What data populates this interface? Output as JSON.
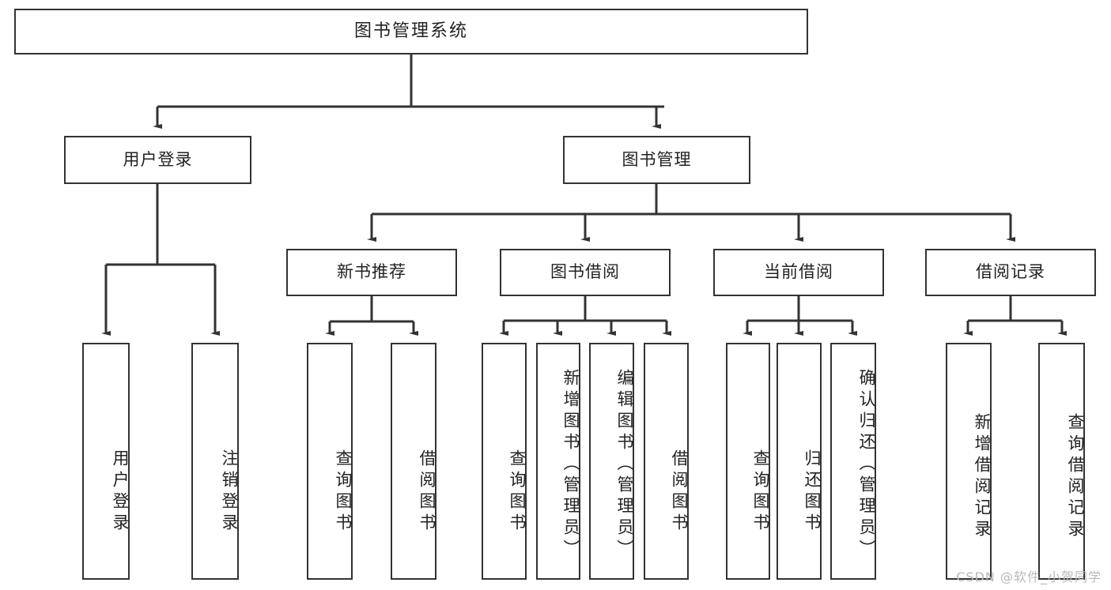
{
  "diagram": {
    "title": "图书管理系统",
    "type": "tree-hierarchy",
    "colors": {
      "box_border": "#333333",
      "box_fill": "#ffffff",
      "connector": "#333333",
      "text": "#222222",
      "watermark": "#b8b8b8",
      "background": "#ffffff"
    },
    "root": {
      "label": "图书管理系统"
    },
    "level2": [
      {
        "id": "user-login",
        "label": "用户登录"
      },
      {
        "id": "book-manage",
        "label": "图书管理"
      }
    ],
    "level3": [
      {
        "id": "new-book-rec",
        "label": "新书推荐",
        "parent": "book-manage"
      },
      {
        "id": "book-borrow",
        "label": "图书借阅",
        "parent": "book-manage"
      },
      {
        "id": "current-borrow",
        "label": "当前借阅",
        "parent": "book-manage"
      },
      {
        "id": "borrow-record",
        "label": "借阅记录",
        "parent": "book-manage"
      }
    ],
    "leaves": {
      "user-login": [
        {
          "id": "leaf-user-login",
          "label": "用户登录"
        },
        {
          "id": "leaf-logout",
          "label": "注销登录"
        }
      ],
      "new-book-rec": [
        {
          "id": "leaf-query-book-1",
          "label": "查询图书"
        },
        {
          "id": "leaf-borrow-book-1",
          "label": "借阅图书"
        }
      ],
      "book-borrow": [
        {
          "id": "leaf-query-book-2",
          "label": "查询图书"
        },
        {
          "id": "leaf-add-book",
          "label": "新增图书（管理员）"
        },
        {
          "id": "leaf-edit-book",
          "label": "编辑图书（管理员）"
        },
        {
          "id": "leaf-borrow-book-2",
          "label": "借阅图书"
        }
      ],
      "current-borrow": [
        {
          "id": "leaf-query-book-3",
          "label": "查询图书"
        },
        {
          "id": "leaf-return-book",
          "label": "归还图书"
        },
        {
          "id": "leaf-confirm-return",
          "label": "确认归还（管理员）"
        }
      ],
      "borrow-record": [
        {
          "id": "leaf-add-record",
          "label": "新增借阅记录"
        },
        {
          "id": "leaf-query-record",
          "label": "查询借阅记录"
        }
      ]
    }
  },
  "watermark": {
    "text": "CSDN @软件_小贺同学"
  }
}
